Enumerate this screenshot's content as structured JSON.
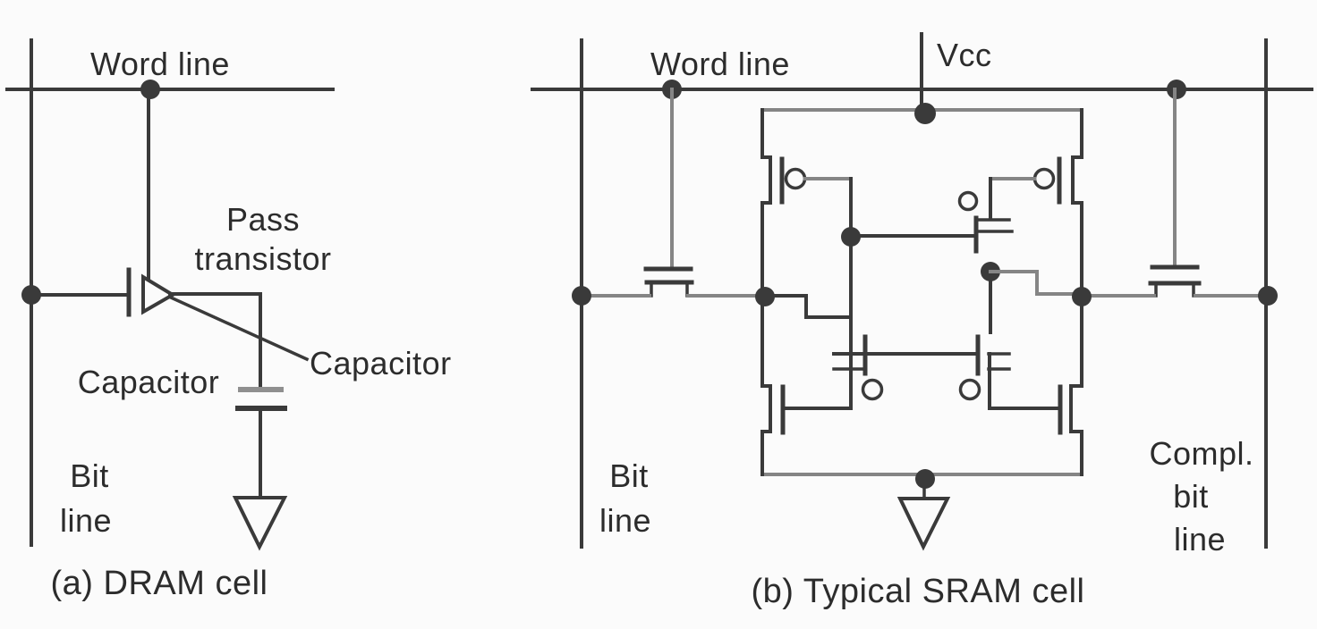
{
  "figure": {
    "colors": {
      "background": "#fbfbfb",
      "ink": "#3a3a3a",
      "gray_ink": "#858585",
      "text": "#2c2c2c"
    },
    "panel_a": {
      "caption": "(a) DRAM cell",
      "word_line_label": "Word line",
      "bit_line_label_1": "Bit",
      "bit_line_label_2": "line",
      "pass_transistor_label_1": "Pass",
      "pass_transistor_label_2": "transistor",
      "capacitor_label_left": "Capacitor",
      "capacitor_label_right": "Capacitor"
    },
    "panel_b": {
      "caption": "(b) Typical SRAM cell",
      "word_line_label": "Word line",
      "vcc_label": "Vcc",
      "bit_line_label_1": "Bit",
      "bit_line_label_2": "line",
      "compl_bit_line_label_1": "Compl.",
      "compl_bit_line_label_2": "bit",
      "compl_bit_line_label_3": "line"
    }
  }
}
